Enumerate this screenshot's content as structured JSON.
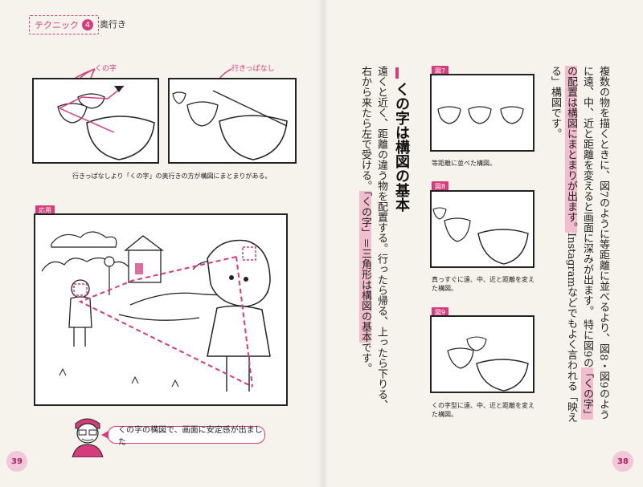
{
  "header": {
    "chapter_label": "テクニック",
    "chapter_number": "4",
    "section_name": "奥行き"
  },
  "left_page": {
    "callouts": {
      "ku_no_ji": "くの字",
      "ikippanashi": "行きっぱなし"
    },
    "top_caption": "行きっぱなしより「くの字」の奥行きの方が構図にまとまりがある。",
    "ouyou_tag": "応用",
    "speech_bubble": "くの字の構図で、画面に安定感が出ました",
    "page_number": "39"
  },
  "right_page": {
    "paragraph1": "複数の物を描くときに、図7のように等距離に並べるより、図8・図9のように遠、中、近と距離を変えると画面に深みが出ます。",
    "paragraph2_pre": "特に図9の",
    "paragraph2_hl": "「くの字」の配置は構図にまとまりが出ます。",
    "paragraph2_post": "Instagramなどでもよく言われる「映える」構図です。",
    "figures": [
      {
        "tag": "図7",
        "caption": "等距離に並べた構図。"
      },
      {
        "tag": "図8",
        "caption": "真っすぐに遠、中、近と距離を変えた構図。"
      },
      {
        "tag": "図9",
        "caption": "くの字型に遠、中、近と距離を変えた構図。"
      }
    ],
    "heading": "くの字は構図の基本",
    "body_pre": "遠くと近く、距離の違う物を配置する。行ったら帰る、上ったら下りる、右から来たら左で受ける。",
    "body_hl": "「くの字」＝三角形は構図の基本",
    "body_post": "です。",
    "page_number": "38"
  },
  "colors": {
    "accent": "#d43c7c",
    "highlight": "#f0a0be"
  }
}
